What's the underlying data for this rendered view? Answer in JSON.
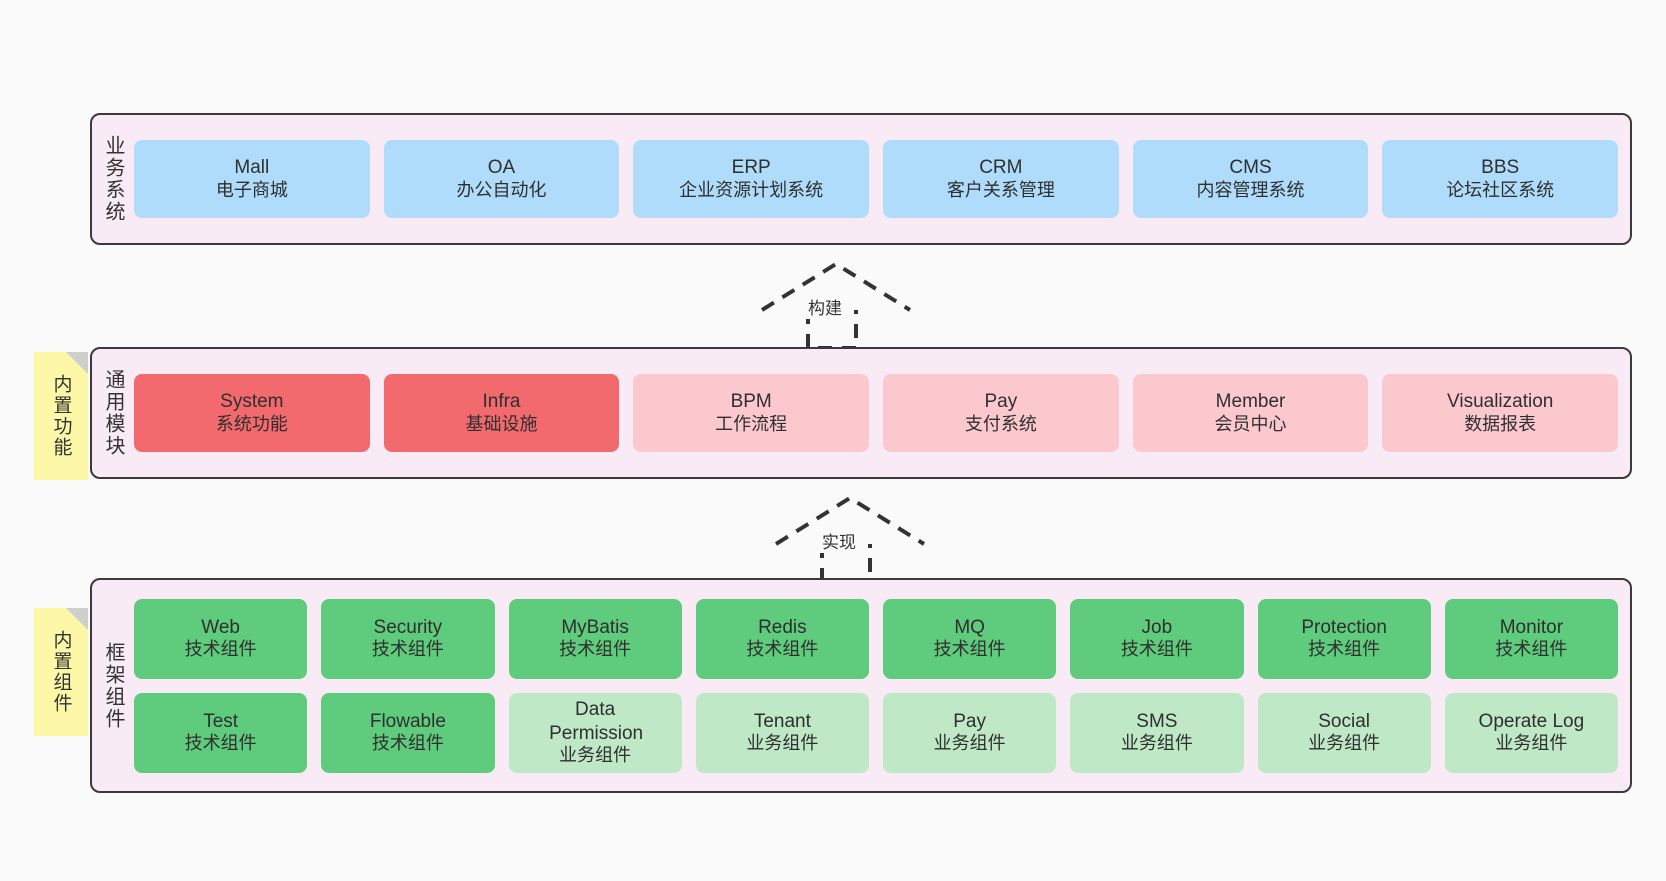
{
  "diagram": {
    "background_color": "#fafafa",
    "panel_color": "#f9ebf5",
    "panel_border_color": "#3a3a3a",
    "note_color": "#fcf8a8",
    "note_fold_color": "#cfcfcf"
  },
  "layers": [
    {
      "id": "business-systems",
      "label": "业务系统",
      "note": null,
      "rows": [
        {
          "cells": [
            {
              "title": "Mall",
              "subtitle": "电子商城",
              "color": "#aedcfa",
              "variant": "c-blue"
            },
            {
              "title": "OA",
              "subtitle": "办公自动化",
              "color": "#aedcfa",
              "variant": "c-blue"
            },
            {
              "title": "ERP",
              "subtitle": "企业资源计划系统",
              "color": "#aedcfa",
              "variant": "c-blue"
            },
            {
              "title": "CRM",
              "subtitle": "客户关系管理",
              "color": "#aedcfa",
              "variant": "c-blue"
            },
            {
              "title": "CMS",
              "subtitle": "内容管理系统",
              "color": "#aedcfa",
              "variant": "c-blue"
            },
            {
              "title": "BBS",
              "subtitle": "论坛社区系统",
              "color": "#aedcfa",
              "variant": "c-blue"
            }
          ]
        }
      ]
    },
    {
      "id": "common-modules",
      "label": "通用模块",
      "note": "内置功能",
      "rows": [
        {
          "cells": [
            {
              "title": "System",
              "subtitle": "系统功能",
              "color": "#f2696e",
              "variant": "c-red"
            },
            {
              "title": "Infra",
              "subtitle": "基础设施",
              "color": "#f2696e",
              "variant": "c-red"
            },
            {
              "title": "BPM",
              "subtitle": "工作流程",
              "color": "#fbc8ce",
              "variant": "c-pink"
            },
            {
              "title": "Pay",
              "subtitle": "支付系统",
              "color": "#fbc8ce",
              "variant": "c-pink"
            },
            {
              "title": "Member",
              "subtitle": "会员中心",
              "color": "#fbc8ce",
              "variant": "c-pink"
            },
            {
              "title": "Visualization",
              "subtitle": "数据报表",
              "color": "#fbc8ce",
              "variant": "c-pink"
            }
          ]
        }
      ]
    },
    {
      "id": "framework-components",
      "label": "框架组件",
      "note": "内置组件",
      "rows": [
        {
          "cells": [
            {
              "title": "Web",
              "subtitle": "技术组件",
              "color": "#5fcb7c",
              "variant": "c-green"
            },
            {
              "title": "Security",
              "subtitle": "技术组件",
              "color": "#5fcb7c",
              "variant": "c-green"
            },
            {
              "title": "MyBatis",
              "subtitle": "技术组件",
              "color": "#5fcb7c",
              "variant": "c-green"
            },
            {
              "title": "Redis",
              "subtitle": "技术组件",
              "color": "#5fcb7c",
              "variant": "c-green"
            },
            {
              "title": "MQ",
              "subtitle": "技术组件",
              "color": "#5fcb7c",
              "variant": "c-green"
            },
            {
              "title": "Job",
              "subtitle": "技术组件",
              "color": "#5fcb7c",
              "variant": "c-green"
            },
            {
              "title": "Protection",
              "subtitle": "技术组件",
              "color": "#5fcb7c",
              "variant": "c-green"
            },
            {
              "title": "Monitor",
              "subtitle": "技术组件",
              "color": "#5fcb7c",
              "variant": "c-green"
            }
          ]
        },
        {
          "cells": [
            {
              "title": "Test",
              "subtitle": "技术组件",
              "color": "#5fcb7c",
              "variant": "c-green"
            },
            {
              "title": "Flowable",
              "subtitle": "技术组件",
              "color": "#5fcb7c",
              "variant": "c-green"
            },
            {
              "title": "Data Permission",
              "subtitle": "业务组件",
              "color": "#bfe8c7",
              "variant": "c-greenlight"
            },
            {
              "title": "Tenant",
              "subtitle": "业务组件",
              "color": "#bfe8c7",
              "variant": "c-greenlight"
            },
            {
              "title": "Pay",
              "subtitle": "业务组件",
              "color": "#bfe8c7",
              "variant": "c-greenlight"
            },
            {
              "title": "SMS",
              "subtitle": "业务组件",
              "color": "#bfe8c7",
              "variant": "c-greenlight"
            },
            {
              "title": "Social",
              "subtitle": "业务组件",
              "color": "#bfe8c7",
              "variant": "c-greenlight"
            },
            {
              "title": "Operate Log",
              "subtitle": "业务组件",
              "color": "#bfe8c7",
              "variant": "c-greenlight"
            }
          ]
        }
      ]
    }
  ],
  "connectors": [
    {
      "id": "build",
      "label": "构建",
      "direction": "up"
    },
    {
      "id": "implement",
      "label": "实现",
      "direction": "up"
    }
  ]
}
